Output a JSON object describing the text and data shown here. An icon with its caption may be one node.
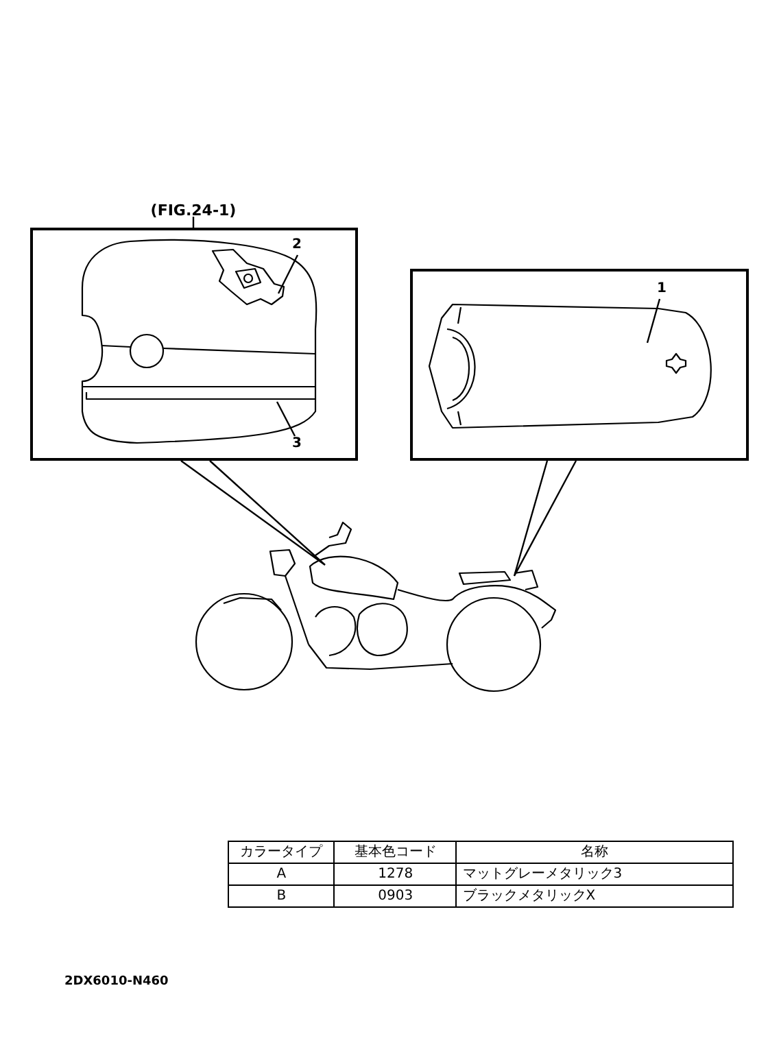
{
  "diagram": {
    "nodes": [
      {
        "text": [
          "(FIG.24-1)"
        ]
      },
      {
        "text": [
          "2"
        ],
        "in": 0
      },
      {
        "text": [
          "3"
        ],
        "in": 0
      },
      {
        "text": [],
        "shape": "box"
      },
      {
        "text": [
          "1"
        ],
        "in": 3
      },
      {
        "text": [],
        "shape": "picture"
      }
    ],
    "edges": [
      {
        "from": 1,
        "to": null,
        "arrow": "none"
      },
      {
        "from": 2,
        "to": null,
        "arrow": "none"
      },
      {
        "from": 4,
        "to": null,
        "arrow": "none"
      },
      {
        "from": 0,
        "to": 5,
        "arrow": "none"
      },
      {
        "from": 3,
        "to": 5,
        "arrow": "none"
      }
    ],
    "labels": [
      "カラータイプ",
      "基本色コード",
      "名称",
      "A",
      "1278",
      "マットグレーメタリック3",
      "B",
      "0903",
      "ブラックメタリックX",
      "2DX6010-N460"
    ]
  }
}
